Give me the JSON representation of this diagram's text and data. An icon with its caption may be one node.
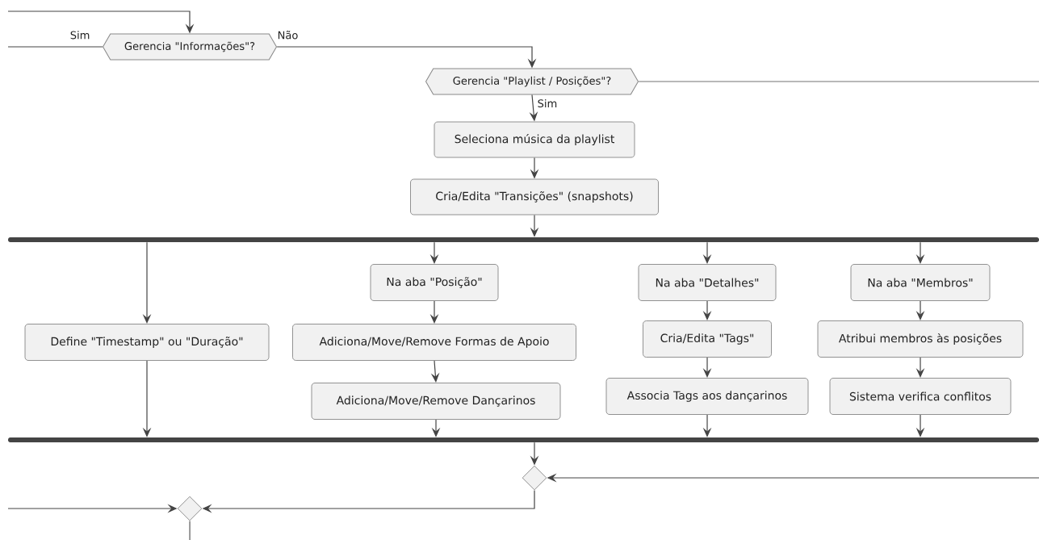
{
  "diagram": {
    "nodes": [
      {
        "text": [
          "Gerencia \"Informações\"?"
        ]
      },
      {
        "text": [
          "Gerencia \"Playlist / Posições\"?"
        ]
      },
      {
        "text": [
          "Seleciona música da playlist"
        ]
      },
      {
        "text": [
          "Cria/Edita \"Transições\" (snapshots)"
        ]
      },
      {
        "text": [],
        "shape": "bar"
      },
      {
        "text": [
          "Define \"Timestamp\" ou \"Duração\""
        ]
      },
      {
        "text": [
          "Na aba \"Posição\""
        ]
      },
      {
        "text": [
          "Adiciona/Move/Remove Formas de Apoio"
        ]
      },
      {
        "text": [
          "Adiciona/Move/Remove Dançarinos"
        ]
      },
      {
        "text": [
          "Na aba \"Detalhes\""
        ]
      },
      {
        "text": [
          "Cria/Edita \"Tags\""
        ]
      },
      {
        "text": [
          "Associa Tags aos dançarinos"
        ]
      },
      {
        "text": [
          "Na aba \"Membros\""
        ]
      },
      {
        "text": [
          "Atribui membros às posições"
        ]
      },
      {
        "text": [
          "Sistema verifica conflitos"
        ]
      },
      {
        "text": [],
        "shape": "bar"
      },
      {
        "text": [],
        "shape": "diamond"
      },
      {
        "text": [],
        "shape": "diamond"
      }
    ],
    "edges": [
      {
        "from": null,
        "to": 0,
        "arrow": "to"
      },
      {
        "from": 0,
        "to": null,
        "arrow": "none",
        "label": "Sim"
      },
      {
        "from": 0,
        "to": 1,
        "arrow": "to",
        "label": "Não"
      },
      {
        "from": 1,
        "to": 2,
        "arrow": "to",
        "label": "Sim"
      },
      {
        "from": 1,
        "to": null,
        "arrow": "none"
      },
      {
        "from": 2,
        "to": 3,
        "arrow": "to"
      },
      {
        "from": 3,
        "to": 4,
        "arrow": "to"
      },
      {
        "from": 4,
        "to": 5,
        "arrow": "to"
      },
      {
        "from": 4,
        "to": 6,
        "arrow": "to"
      },
      {
        "from": 4,
        "to": 9,
        "arrow": "to"
      },
      {
        "from": 4,
        "to": 12,
        "arrow": "to"
      },
      {
        "from": 6,
        "to": 7,
        "arrow": "to"
      },
      {
        "from": 7,
        "to": 8,
        "arrow": "to"
      },
      {
        "from": 9,
        "to": 10,
        "arrow": "to"
      },
      {
        "from": 10,
        "to": 11,
        "arrow": "to"
      },
      {
        "from": 12,
        "to": 13,
        "arrow": "to"
      },
      {
        "from": 13,
        "to": 14,
        "arrow": "to"
      },
      {
        "from": 5,
        "to": 15,
        "arrow": "to"
      },
      {
        "from": 8,
        "to": 15,
        "arrow": "to"
      },
      {
        "from": 11,
        "to": 15,
        "arrow": "to"
      },
      {
        "from": 14,
        "to": 15,
        "arrow": "to"
      },
      {
        "from": 15,
        "to": 16,
        "arrow": "to"
      },
      {
        "from": null,
        "to": 16,
        "arrow": "to"
      },
      {
        "from": 16,
        "to": 17,
        "arrow": "to"
      },
      {
        "from": null,
        "to": 17,
        "arrow": "to"
      },
      {
        "from": 17,
        "to": null,
        "arrow": "none"
      }
    ]
  }
}
